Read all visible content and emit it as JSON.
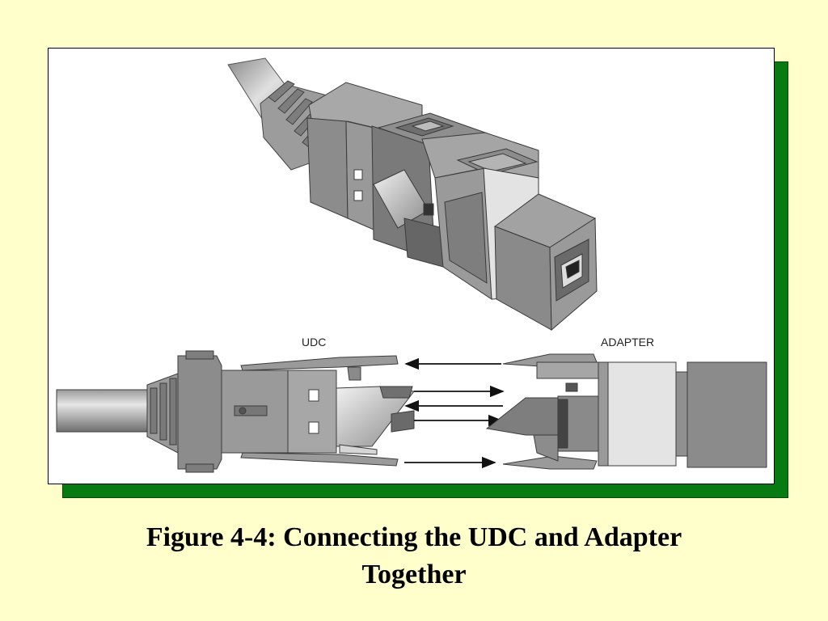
{
  "figure": {
    "labels": {
      "udc": "UDC",
      "adapter": "ADAPTER"
    }
  },
  "caption": {
    "line1": "Figure 4-4: Connecting the UDC and Adapter",
    "line2": "Together"
  },
  "colors": {
    "background": "#ffffcc",
    "shadow": "#087a12",
    "panel": "#ffffff",
    "part_gray": "#8f8f8f",
    "part_light": "#d9d9d9"
  }
}
